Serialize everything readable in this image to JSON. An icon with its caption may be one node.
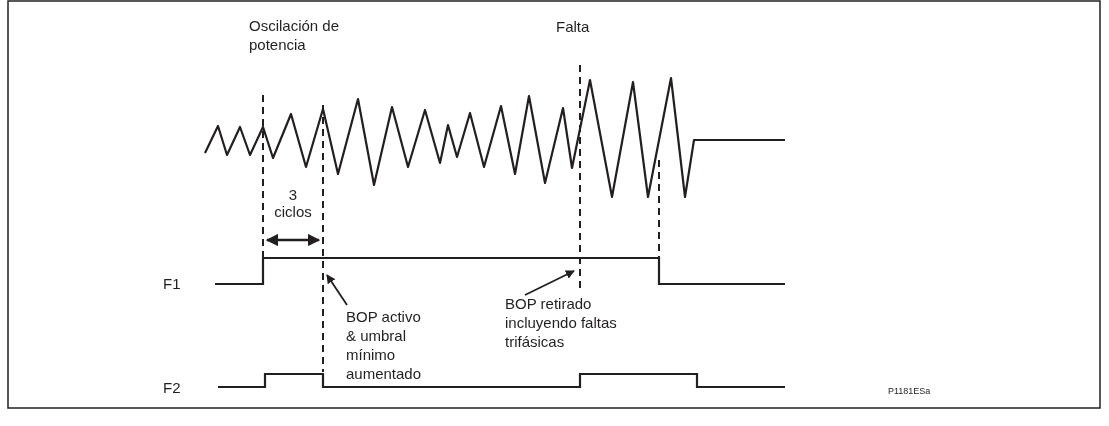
{
  "diagram": {
    "nodes": [
      {
        "text": [
          "BOP activo & umbral mínimo aumentado"
        ]
      },
      {
        "text": [
          "BOP retirado incluyendo faltas trifásicas"
        ]
      }
    ],
    "edges": [
      {
        "from": 0,
        "to": null,
        "arrow": "to"
      },
      {
        "from": 1,
        "to": null,
        "arrow": "to"
      }
    ],
    "labels": [
      "Oscilación de potencia",
      "Falta",
      "3 ciclos",
      "F1",
      "F2",
      "P1181ESa"
    ]
  }
}
